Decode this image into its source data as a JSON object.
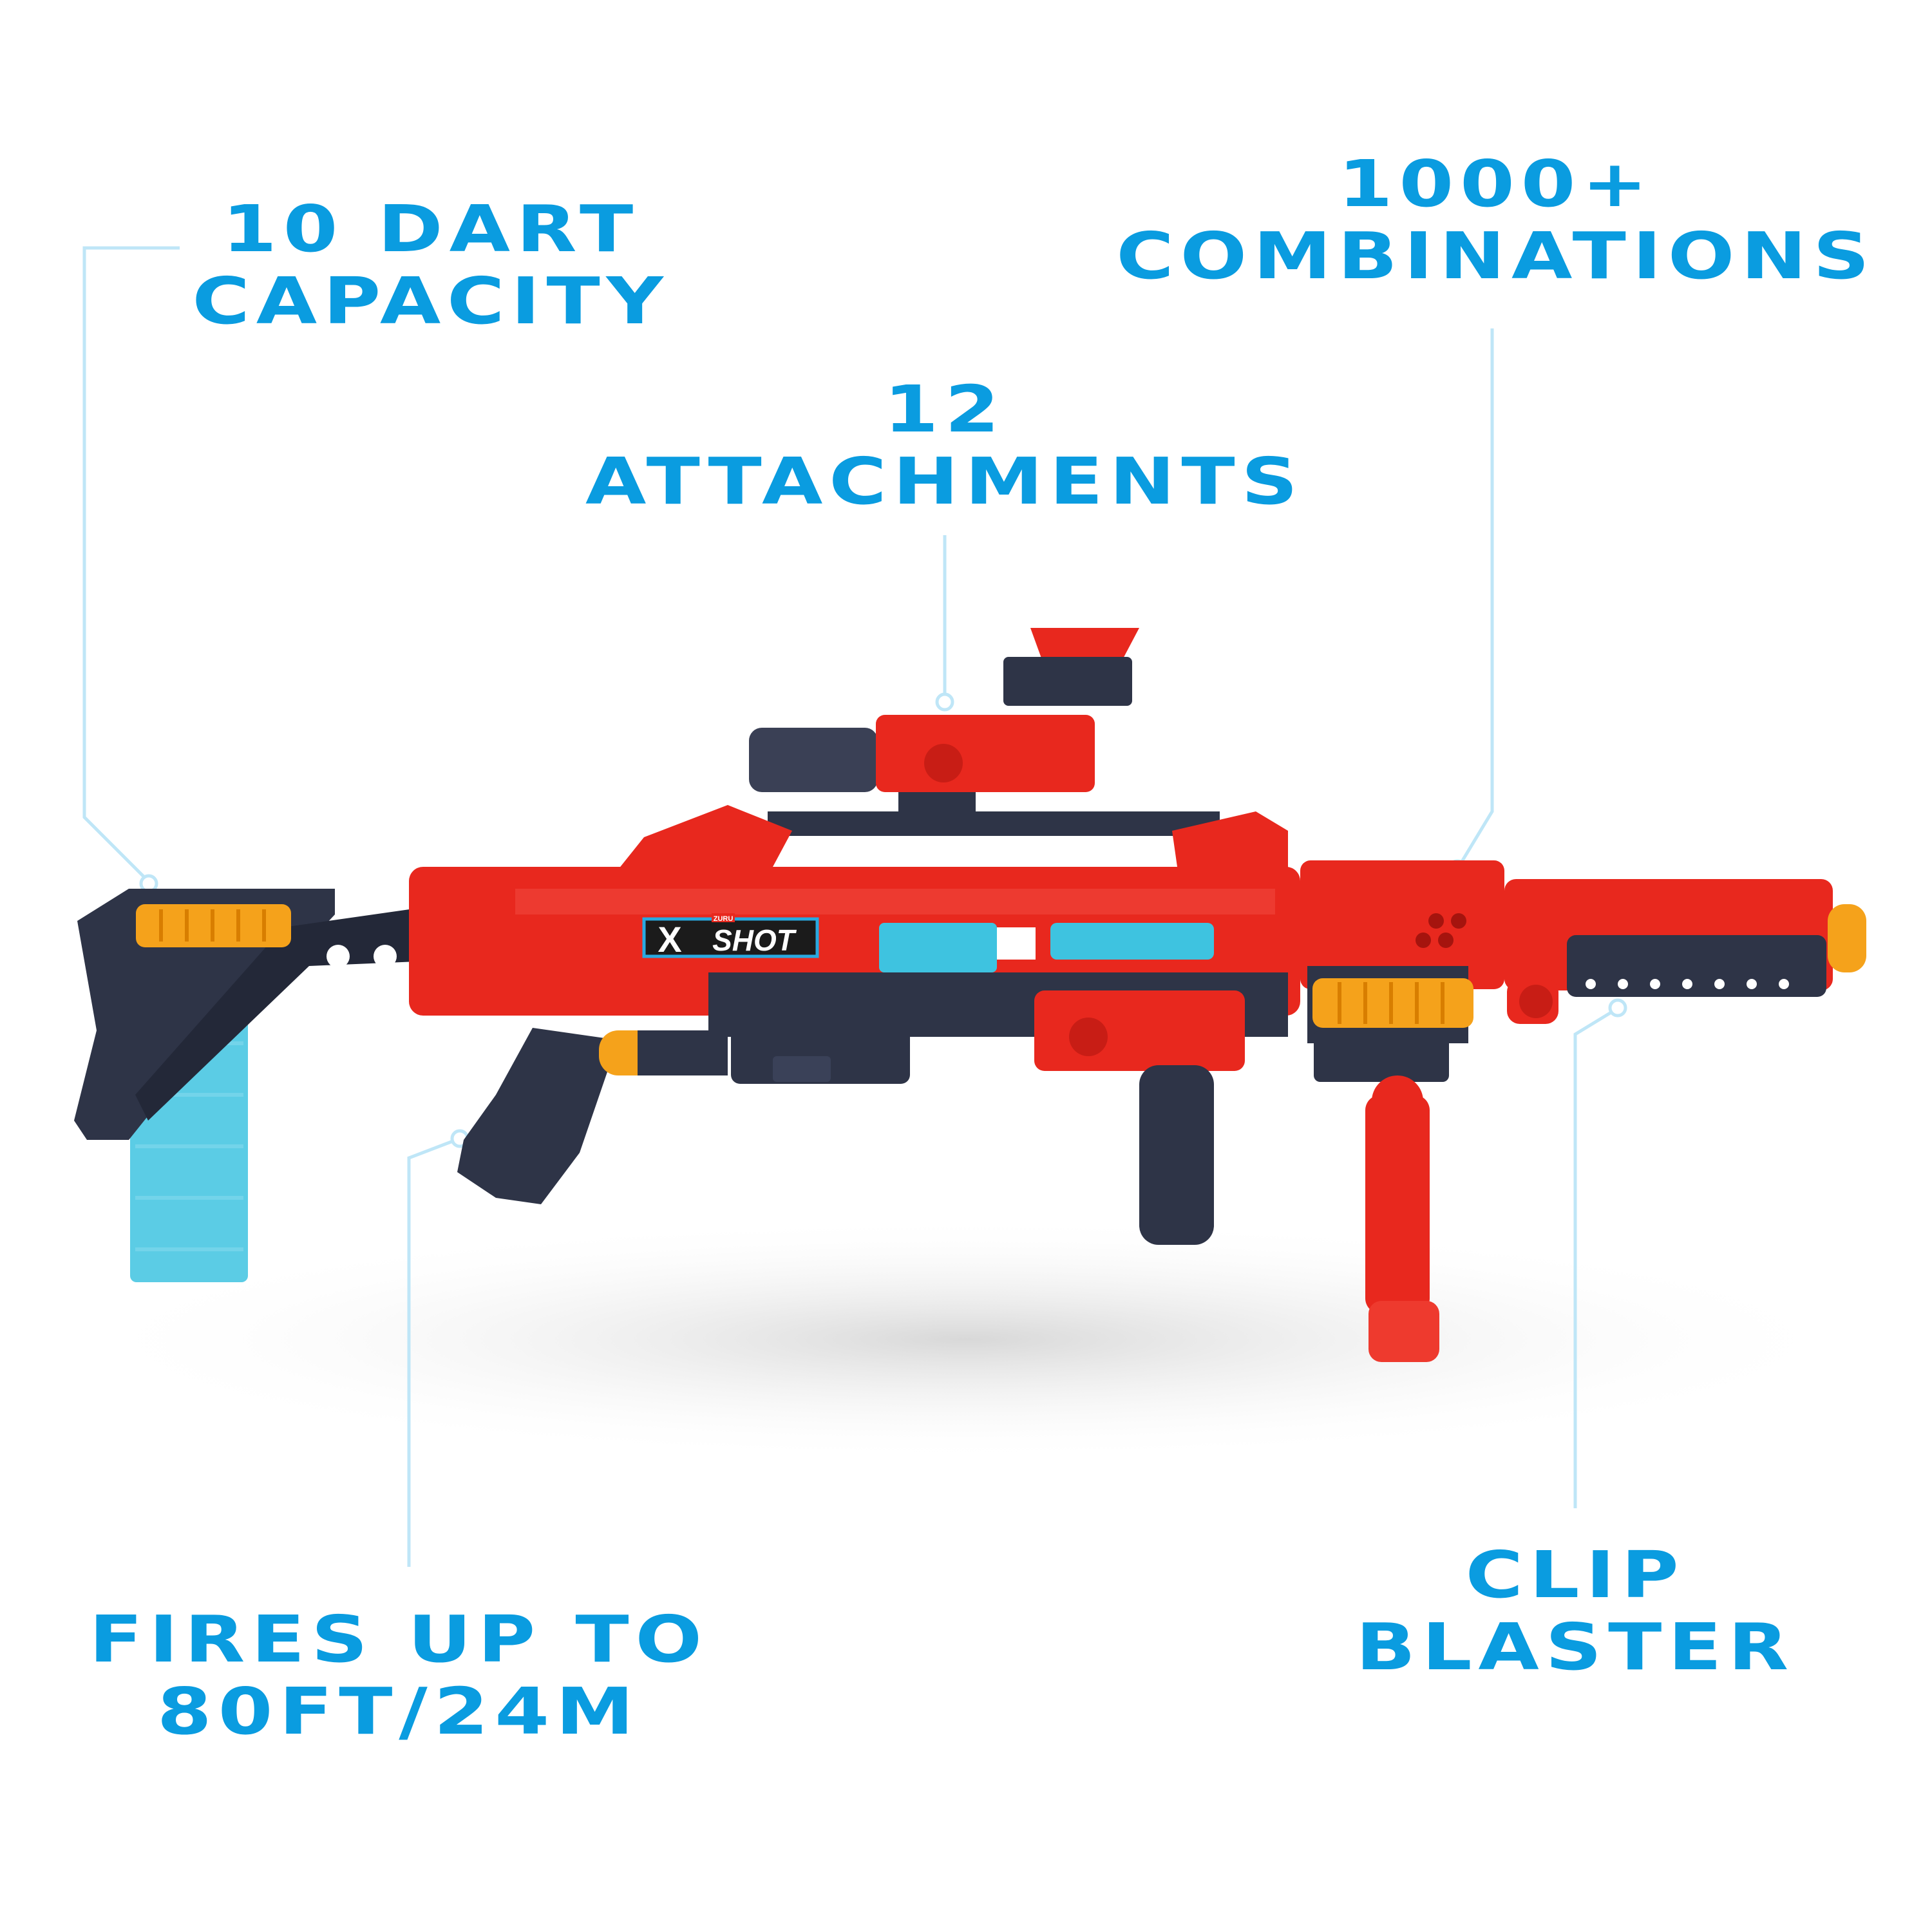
{
  "colors": {
    "accent": "#0a9ce0",
    "red": "#e8281e",
    "dark": "#2e3447",
    "orange": "#f5a21b",
    "cyan": "#3ec3e0"
  },
  "callouts": {
    "capacity": {
      "line1": "10 DART",
      "line2": "CAPACITY"
    },
    "combinations": {
      "line1": "1000+",
      "line2": "COMBINATIONS"
    },
    "attachments": {
      "line1": "12",
      "line2": "ATTACHMENTS"
    },
    "range": {
      "line1": "FIRES UP TO",
      "line2": "80FT/24M"
    },
    "clip": {
      "line1": "CLIP",
      "line2": "BLASTER"
    }
  },
  "logo": {
    "brand": "ZURU",
    "x": "X",
    "shot": "SHOT",
    "small_marks": "X SHOT"
  }
}
